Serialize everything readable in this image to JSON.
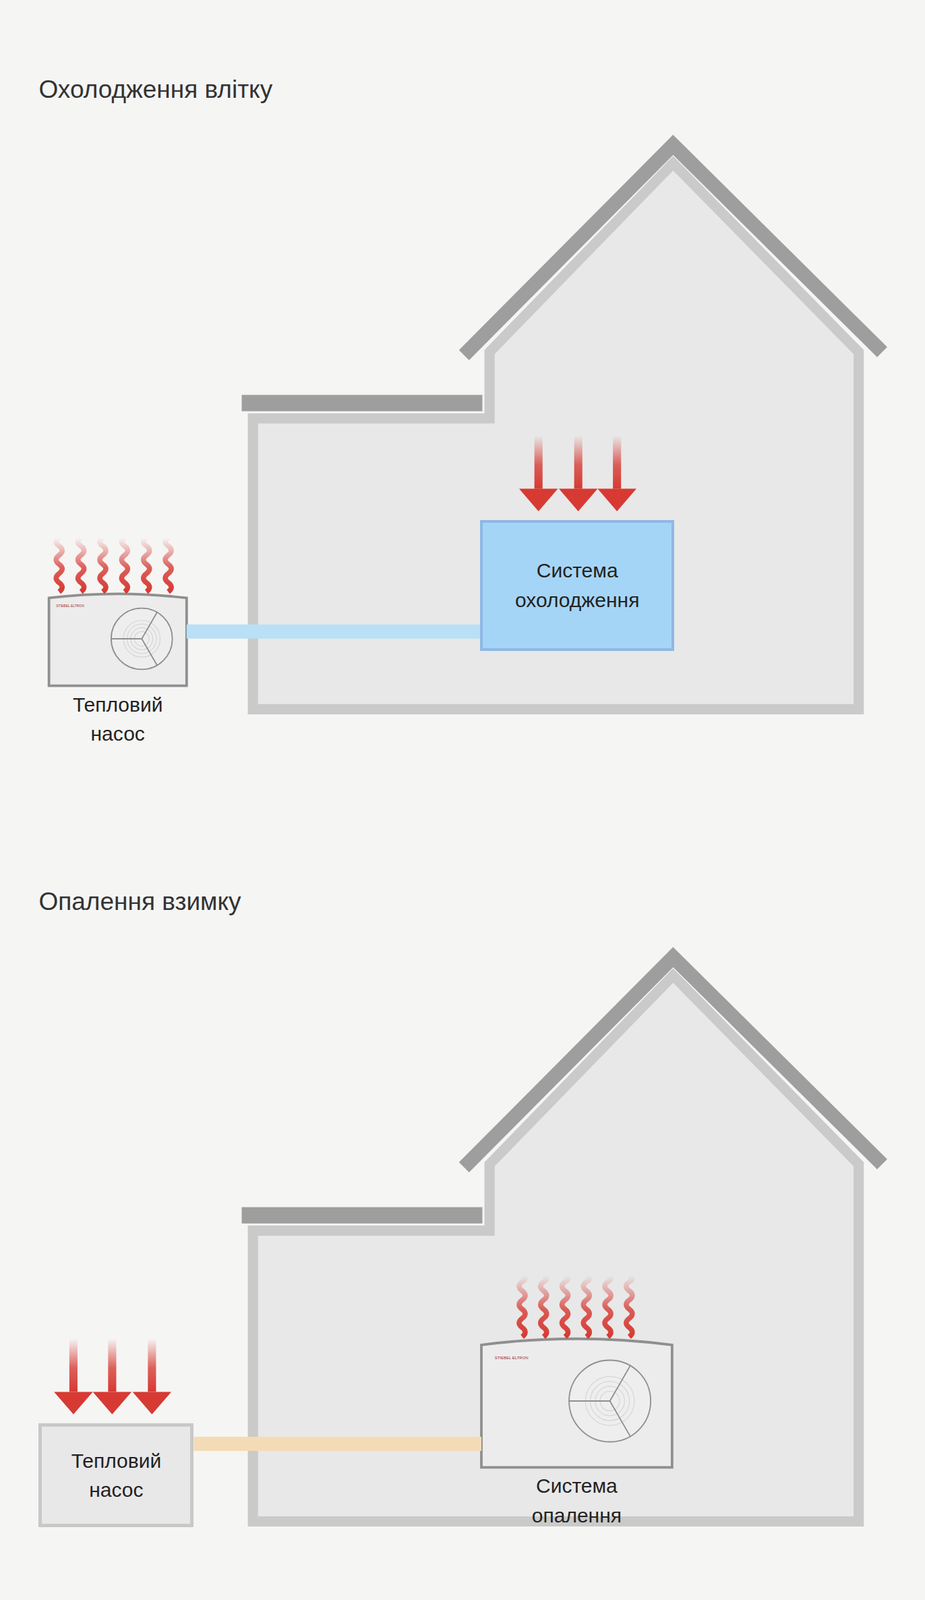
{
  "diagram": {
    "nodes": [
      {
        "text": [
          "Тепловий насос"
        ]
      },
      {
        "text": [
          "Система охолодження"
        ]
      },
      {
        "text": [
          "Тепловий насос"
        ]
      },
      {
        "text": [
          "Система опалення"
        ]
      }
    ],
    "edges": [
      {
        "from": 0,
        "to": 1,
        "arrow": "none"
      },
      {
        "from": 2,
        "to": 3,
        "arrow": "none"
      }
    ],
    "labels": [
      "Охолодження влітку",
      "STIEBEL ELTRON",
      "Опалення взимку",
      "STIEBEL ELTRON"
    ]
  }
}
